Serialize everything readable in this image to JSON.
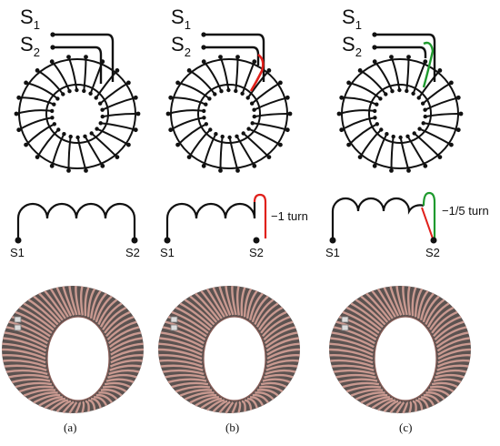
{
  "panels": [
    {
      "caption": "(a)",
      "top_labels": {
        "s1_main": "S",
        "s1_sub": "1",
        "s2_main": "S",
        "s2_sub": "2"
      },
      "schematic": {
        "left_terminal": "S1",
        "right_terminal": "S2",
        "tap_label": "",
        "tap_color": ""
      }
    },
    {
      "caption": "(b)",
      "top_labels": {
        "s1_main": "S",
        "s1_sub": "1",
        "s2_main": "S",
        "s2_sub": "2"
      },
      "schematic": {
        "left_terminal": "S1",
        "right_terminal": "S2",
        "tap_label": "−1 turn",
        "tap_color": "#e0201b"
      }
    },
    {
      "caption": "(c)",
      "top_labels": {
        "s1_main": "S",
        "s1_sub": "1",
        "s2_main": "S",
        "s2_sub": "2"
      },
      "schematic": {
        "left_terminal": "S1",
        "right_terminal": "S2",
        "tap_label": "−1/5 turn",
        "tap_color": "#1f9a2e"
      }
    }
  ],
  "colors": {
    "wire": "#111111",
    "copper": "#c99990",
    "copper_dark": "#8a5d57",
    "core": "#5b5250",
    "tap_red": "#e0201b",
    "tap_green": "#1f9a2e"
  }
}
